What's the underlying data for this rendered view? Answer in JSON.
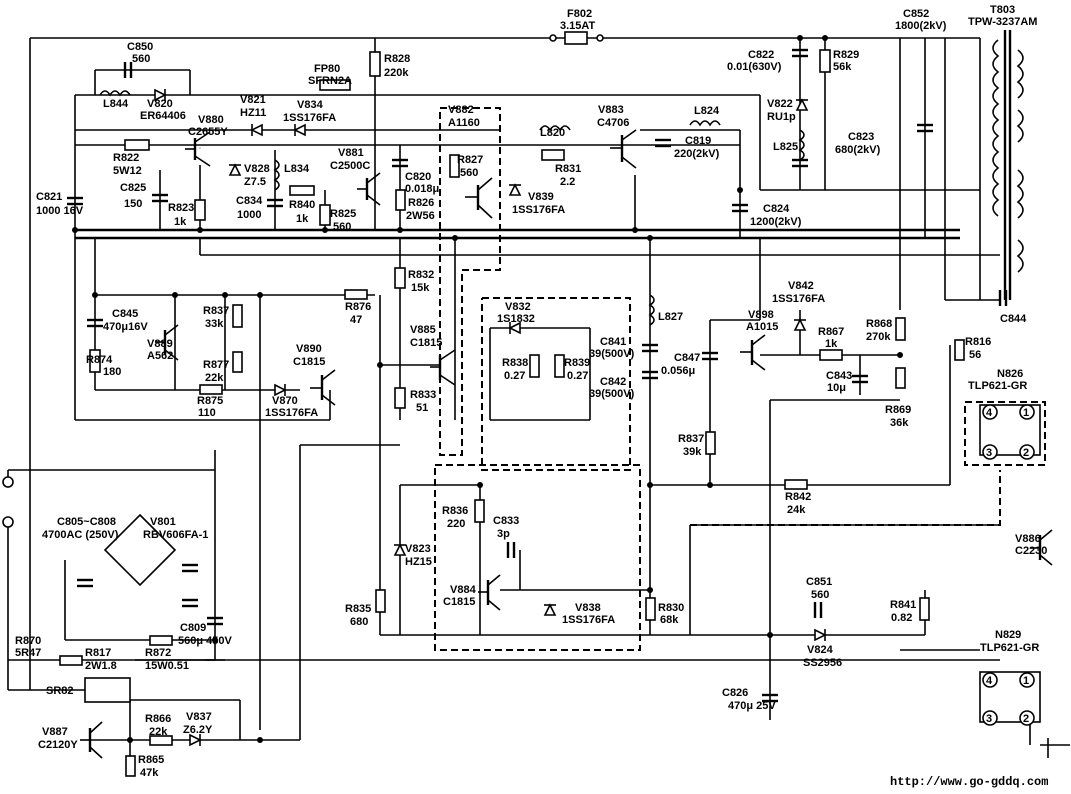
{
  "components": [
    {
      "ref": "F802",
      "value": "3.15AT"
    },
    {
      "ref": "T803",
      "value": "TPW-3237AM"
    },
    {
      "ref": "C852",
      "value": "1800(2kV)"
    },
    {
      "ref": "C850",
      "value": "560"
    },
    {
      "ref": "FP80",
      "value": "SFRN2A"
    },
    {
      "ref": "R828",
      "value": "220k"
    },
    {
      "ref": "C822",
      "value": "0.01(630V)"
    },
    {
      "ref": "R829",
      "value": "56k"
    },
    {
      "ref": "L844",
      "value": ""
    },
    {
      "ref": "V820",
      "value": "ER64406"
    },
    {
      "ref": "V821",
      "value": "HZ11"
    },
    {
      "ref": "V834",
      "value": "1SS176FA"
    },
    {
      "ref": "V880",
      "value": "C2655Y"
    },
    {
      "ref": "V882",
      "value": "A1160"
    },
    {
      "ref": "V883",
      "value": "C4706"
    },
    {
      "ref": "L824",
      "value": ""
    },
    {
      "ref": "V822",
      "value": "RU1p"
    },
    {
      "ref": "L820",
      "value": ""
    },
    {
      "ref": "R822",
      "value": "5W12"
    },
    {
      "ref": "V828",
      "value": "Z7.5"
    },
    {
      "ref": "L834",
      "value": ""
    },
    {
      "ref": "V881",
      "value": "C2500C"
    },
    {
      "ref": "C820",
      "value": "0.018μ"
    },
    {
      "ref": "R827",
      "value": "560"
    },
    {
      "ref": "R831",
      "value": "2.2"
    },
    {
      "ref": "C819",
      "value": "220(2kV)"
    },
    {
      "ref": "L825",
      "value": ""
    },
    {
      "ref": "C823",
      "value": "680(2kV)"
    },
    {
      "ref": "C825",
      "value": "150"
    },
    {
      "ref": "C821",
      "value": "1000 16V"
    },
    {
      "ref": "R823",
      "value": "1k"
    },
    {
      "ref": "C834",
      "value": "1000"
    },
    {
      "ref": "R840",
      "value": "1k"
    },
    {
      "ref": "R825",
      "value": "560"
    },
    {
      "ref": "R826",
      "value": "2W56"
    },
    {
      "ref": "V839",
      "value": "1SS176FA"
    },
    {
      "ref": "C824",
      "value": "1200(2kV)"
    },
    {
      "ref": "R832",
      "value": "15k"
    },
    {
      "ref": "V842",
      "value": "1SS176FA"
    },
    {
      "ref": "C844",
      "value": ""
    },
    {
      "ref": "C845",
      "value": "470μ16V"
    },
    {
      "ref": "R837",
      "value": "33k"
    },
    {
      "ref": "R876",
      "value": "47"
    },
    {
      "ref": "V832",
      "value": "1S1832"
    },
    {
      "ref": "L827",
      "value": ""
    },
    {
      "ref": "V898",
      "value": "A1015"
    },
    {
      "ref": "R867",
      "value": "1k"
    },
    {
      "ref": "R868",
      "value": "270k"
    },
    {
      "ref": "R816",
      "value": "56"
    },
    {
      "ref": "V889",
      "value": "A562"
    },
    {
      "ref": "V890",
      "value": "C1815"
    },
    {
      "ref": "V885",
      "value": "C1815"
    },
    {
      "ref": "R838",
      "value": "0.27"
    },
    {
      "ref": "R839",
      "value": "0.27"
    },
    {
      "ref": "C841",
      "value": "39(500V)"
    },
    {
      "ref": "C847",
      "value": "0.056μ"
    },
    {
      "ref": "C843",
      "value": "10μ"
    },
    {
      "ref": "N826",
      "value": "TLP621-GR"
    },
    {
      "ref": "R874",
      "value": "180"
    },
    {
      "ref": "R877",
      "value": "22k"
    },
    {
      "ref": "R875",
      "value": "110"
    },
    {
      "ref": "V870",
      "value": "1SS176FA"
    },
    {
      "ref": "R833",
      "value": "51"
    },
    {
      "ref": "C842",
      "value": "39(500V)"
    },
    {
      "ref": "R869",
      "value": "36k"
    },
    {
      "ref": "R837",
      "value": "39k"
    },
    {
      "ref": "R842",
      "value": "24k"
    },
    {
      "ref": "C805~C808",
      "value": "4700AC (250V)"
    },
    {
      "ref": "V801",
      "value": "RBV606FA-1"
    },
    {
      "ref": "R836",
      "value": "220"
    },
    {
      "ref": "C833",
      "value": "3p"
    },
    {
      "ref": "V823",
      "value": "HZ15"
    },
    {
      "ref": "V886",
      "value": "C2230"
    },
    {
      "ref": "V884",
      "value": "C1815"
    },
    {
      "ref": "C851",
      "value": "560"
    },
    {
      "ref": "V838",
      "value": "1SS176FA"
    },
    {
      "ref": "R835",
      "value": "680"
    },
    {
      "ref": "R830",
      "value": "68k"
    },
    {
      "ref": "V824",
      "value": "SS2956"
    },
    {
      "ref": "R841",
      "value": "0.82"
    },
    {
      "ref": "C809",
      "value": "560μ 450V"
    },
    {
      "ref": "R870",
      "value": "5R47"
    },
    {
      "ref": "R817",
      "value": "2W1.8"
    },
    {
      "ref": "R872",
      "value": "15W0.51"
    },
    {
      "ref": "N829",
      "value": "TLP621-GR"
    },
    {
      "ref": "SR82",
      "value": ""
    },
    {
      "ref": "C826",
      "value": "470μ 25V"
    },
    {
      "ref": "R866",
      "value": "22k"
    },
    {
      "ref": "V837",
      "value": "Z6.2Y"
    },
    {
      "ref": "V887",
      "value": "C2120Y"
    },
    {
      "ref": "R865",
      "value": "47k"
    }
  ],
  "pins": [
    "4",
    "1",
    "3",
    "2",
    "4",
    "1",
    "3",
    "2"
  ],
  "footer_url": "http://www.go-gddq.com"
}
